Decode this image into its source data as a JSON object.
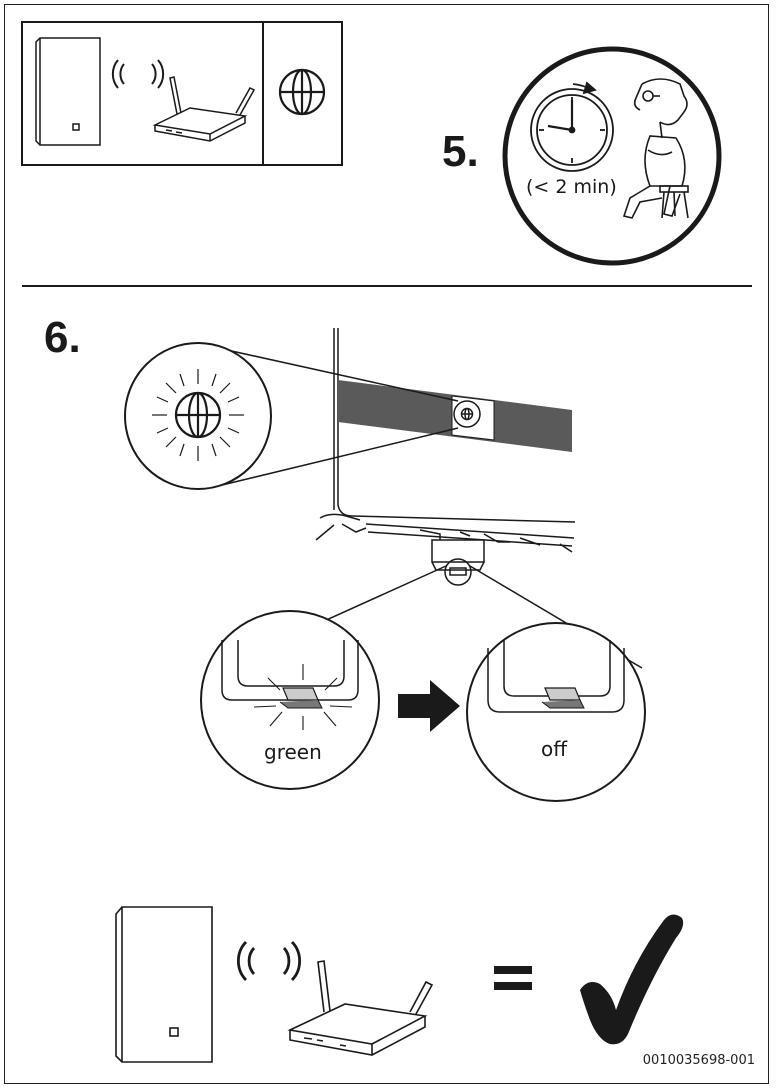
{
  "steps": {
    "step5": {
      "number": "5.",
      "wait_text": "(< 2 min)"
    },
    "step6": {
      "number": "6.",
      "led_before": "green",
      "led_after": "off"
    }
  },
  "doc_id": "0010035698-001",
  "icons": [
    "boiler-icon",
    "wifi-waves-icon",
    "router-icon",
    "globe-icon",
    "clock-icon",
    "waiting-person-icon",
    "arrow-right-icon",
    "equals-icon",
    "checkmark-icon"
  ],
  "colors": {
    "line": "#1a1a1a",
    "panel_stripe": "#5a5a5a"
  }
}
